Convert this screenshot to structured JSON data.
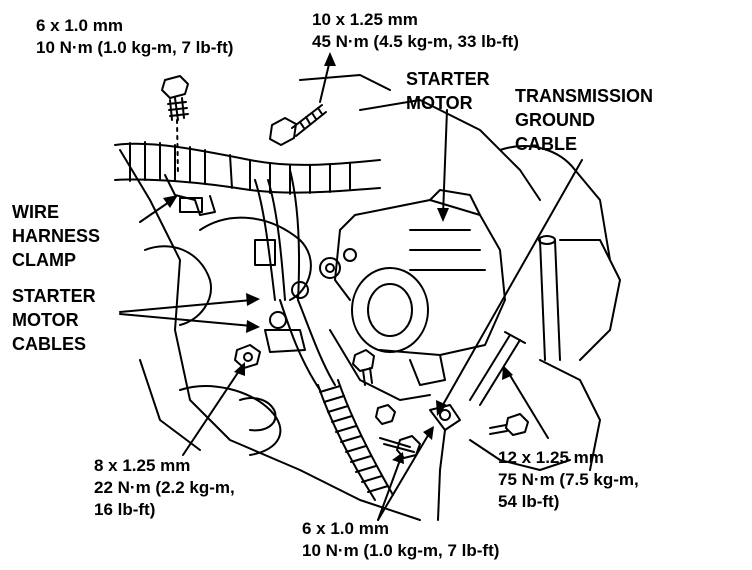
{
  "colors": {
    "ink": "#000000",
    "paper": "#ffffff"
  },
  "labels": {
    "bolt_top_left": {
      "line1": "6 x 1.0 mm",
      "line2": "10 N·m (1.0 kg-m, 7 lb-ft)"
    },
    "bolt_top_center": {
      "line1": "10 x 1.25 mm",
      "line2": "45 N·m (4.5 kg-m, 33 lb-ft)"
    },
    "starter_motor": {
      "line1": "STARTER",
      "line2": "MOTOR"
    },
    "transmission_ground_cable": {
      "line1": "TRANSMISSION",
      "line2": "GROUND",
      "line3": "CABLE"
    },
    "wire_harness_clamp": {
      "line1": "WIRE",
      "line2": "HARNESS",
      "line3": "CLAMP"
    },
    "starter_motor_cables": {
      "line1": "STARTER",
      "line2": "MOTOR",
      "line3": "CABLES"
    },
    "bolt_bottom_left": {
      "line1": "8 x 1.25 mm",
      "line2": "22 N·m (2.2 kg-m,",
      "line3": "16 lb-ft)"
    },
    "bolt_bottom_right": {
      "line1": "12 x 1.25 mm",
      "line2": "75 N·m (7.5 kg-m,",
      "line3": "54 lb-ft)"
    },
    "bolt_bottom_center": {
      "line1": "6 x 1.0 mm",
      "line2": "10 N·m (1.0 kg-m, 7 lb-ft)"
    }
  }
}
